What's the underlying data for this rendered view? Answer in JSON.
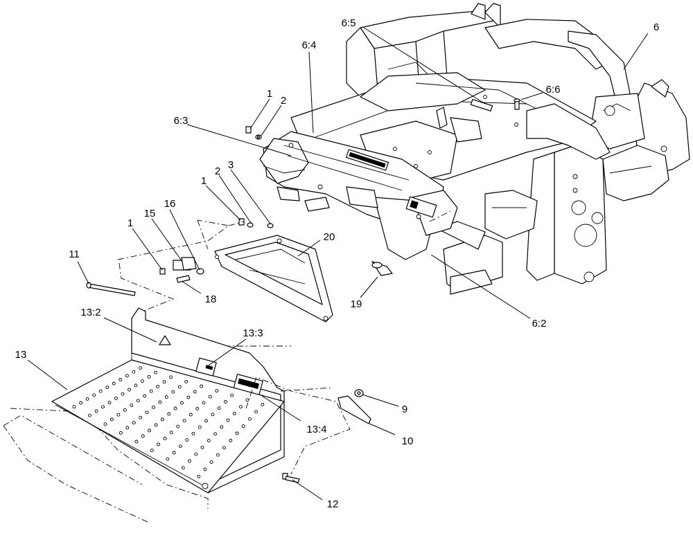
{
  "callouts": [
    {
      "id": "c-6",
      "label": "6"
    },
    {
      "id": "c-6-5",
      "label": "6:5"
    },
    {
      "id": "c-6-4",
      "label": "6:4"
    },
    {
      "id": "c-6-6",
      "label": "6:6"
    },
    {
      "id": "c-6-3",
      "label": "6:3"
    },
    {
      "id": "c-6-2",
      "label": "6:2"
    },
    {
      "id": "c-1a",
      "label": "1"
    },
    {
      "id": "c-2a",
      "label": "2"
    },
    {
      "id": "c-1b",
      "label": "1"
    },
    {
      "id": "c-2b",
      "label": "2"
    },
    {
      "id": "c-3",
      "label": "3"
    },
    {
      "id": "c-16",
      "label": "16"
    },
    {
      "id": "c-15",
      "label": "15"
    },
    {
      "id": "c-1c",
      "label": "1"
    },
    {
      "id": "c-11",
      "label": "11"
    },
    {
      "id": "c-20",
      "label": "20"
    },
    {
      "id": "c-18",
      "label": "18"
    },
    {
      "id": "c-19",
      "label": "19"
    },
    {
      "id": "c-13-2",
      "label": "13:2"
    },
    {
      "id": "c-13-3",
      "label": "13:3"
    },
    {
      "id": "c-13",
      "label": "13"
    },
    {
      "id": "c-13-4",
      "label": "13:4"
    },
    {
      "id": "c-9",
      "label": "9"
    },
    {
      "id": "c-10",
      "label": "10"
    },
    {
      "id": "c-12",
      "label": "12"
    }
  ]
}
